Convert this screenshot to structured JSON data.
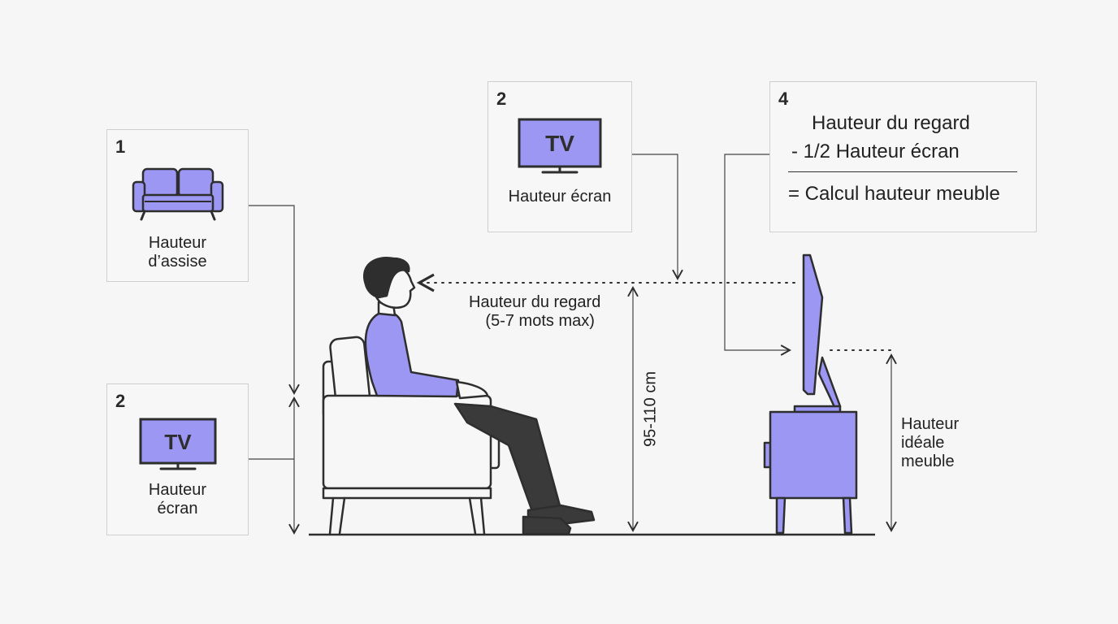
{
  "cards": {
    "seat": {
      "number": "1",
      "label_line1": "Hauteur",
      "label_line2": "d’assise",
      "icon": "sofa-icon"
    },
    "tv_left": {
      "number": "2",
      "tv_text": "TV",
      "label_line1": "Hauteur",
      "label_line2": "écran",
      "icon": "tv-icon"
    },
    "tv_top": {
      "number": "2",
      "tv_text": "TV",
      "label": "Hauteur écran",
      "icon": "tv-icon"
    },
    "formula": {
      "number": "4",
      "line1": "Hauteur du regard",
      "line2": "-  1/2 Hauteur écran",
      "line3": "= Calcul hauteur meuble"
    }
  },
  "scene": {
    "gaze_label_line1": "Hauteur du regard",
    "gaze_label_line2": "(5-7 mots max)",
    "height_range": "95-110 cm",
    "furniture_label_line1": "Hauteur",
    "furniture_label_line2": "idéale",
    "furniture_label_line3": "meuble"
  },
  "colors": {
    "accent": "#9b97f2",
    "stroke": "#2e2e2e",
    "background": "#f6f6f6",
    "trousers": "#3a3a3a"
  }
}
